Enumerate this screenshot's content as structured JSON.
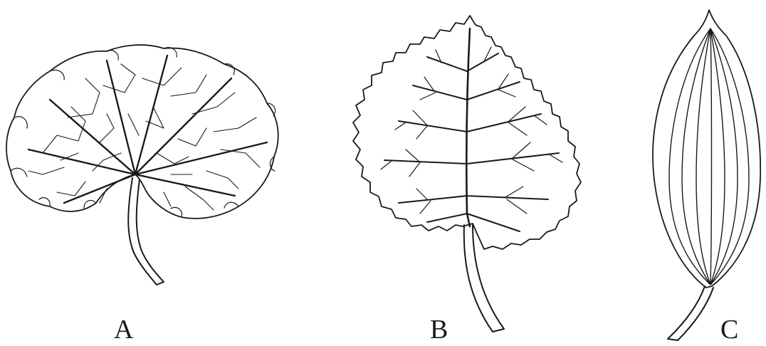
{
  "figure": {
    "labels": {
      "a": "A",
      "b": "B",
      "c": "C"
    },
    "leaves": [
      {
        "id": "A",
        "icon": "palmate-net-vein-leaf"
      },
      {
        "id": "B",
        "icon": "pinnate-net-vein-leaf"
      },
      {
        "id": "C",
        "icon": "parallel-vein-leaf"
      }
    ],
    "colors": {
      "ink": "#1a1a1a",
      "paper": "#ffffff"
    }
  }
}
